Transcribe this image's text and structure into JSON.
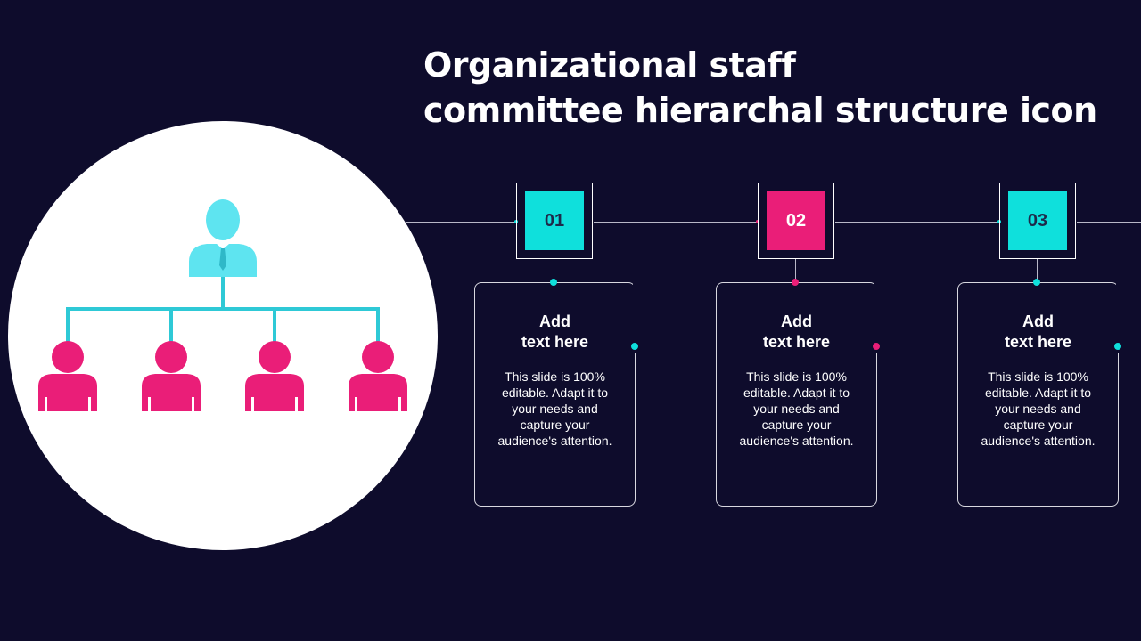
{
  "title": {
    "line1": "Organizational staff",
    "line2": "committee hierarchal structure icon"
  },
  "icon": {
    "name": "org-chart-icon",
    "top_color": "#5ee4f0",
    "bottom_color": "#ea1e78",
    "connector_color": "#2ec9d6"
  },
  "colors": {
    "background": "#0e0c2c",
    "cyan": "#0fe0dc",
    "magenta": "#ea1e78"
  },
  "steps": [
    {
      "number": "01",
      "heading_line1": "Add",
      "heading_line2": "text here",
      "body_lines": [
        "This slide is 100%",
        "editable. Adapt it to",
        "your needs and",
        "capture your",
        "audience's attention."
      ]
    },
    {
      "number": "02",
      "heading_line1": "Add",
      "heading_line2": "text here",
      "body_lines": [
        "This slide is 100%",
        "editable. Adapt it to",
        "your needs and",
        "capture your",
        "audience's attention."
      ]
    },
    {
      "number": "03",
      "heading_line1": "Add",
      "heading_line2": "text here",
      "body_lines": [
        "This slide is 100%",
        "editable. Adapt it to",
        "your needs and",
        "capture your",
        "audience's attention."
      ]
    }
  ]
}
